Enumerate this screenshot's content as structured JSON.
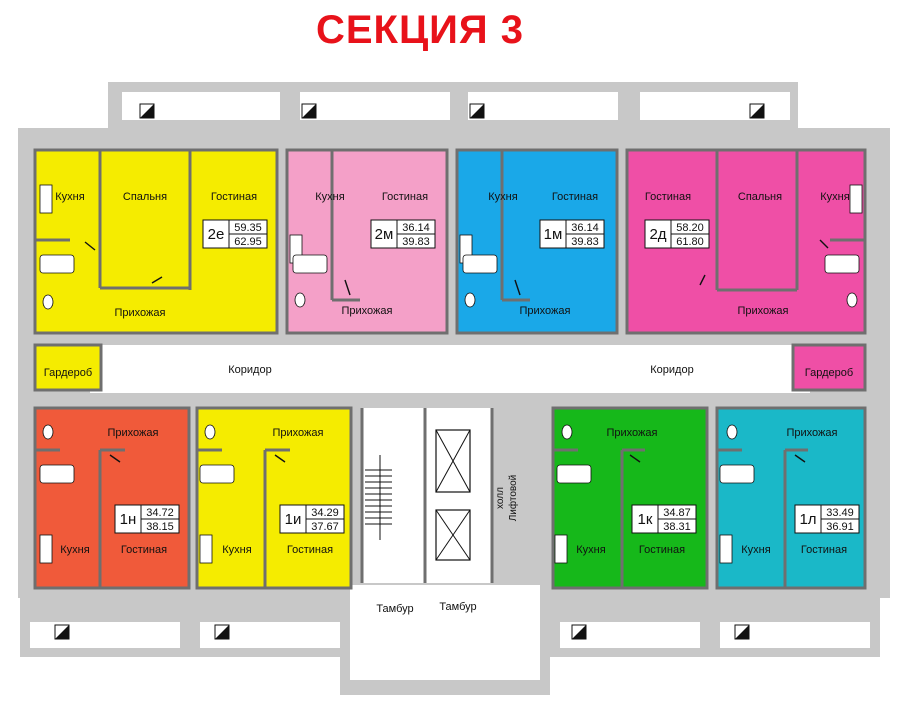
{
  "title": "СЕКЦИЯ 3",
  "colors": {
    "title": "#e8121a",
    "yellow": "#f5ec00",
    "pink": "#f4a0c8",
    "blue": "#1aa8e8",
    "magenta": "#ef4fa6",
    "orange_red": "#f05a3a",
    "green": "#16b81a",
    "cyan": "#1ab8c8",
    "wall": "#6f6f6f",
    "structure": "#c8c8c8"
  },
  "apartments": [
    {
      "code": "2е",
      "area_living": "59.35",
      "area_total": "62.95",
      "color": "yellow"
    },
    {
      "code": "2м",
      "area_living": "36.14",
      "area_total": "39.83",
      "color": "pink"
    },
    {
      "code": "1м",
      "area_living": "36.14",
      "area_total": "39.83",
      "color": "blue"
    },
    {
      "code": "2д",
      "area_living": "58.20",
      "area_total": "61.80",
      "color": "magenta"
    },
    {
      "code": "1н",
      "area_living": "34.72",
      "area_total": "38.15",
      "color": "orange_red"
    },
    {
      "code": "1и",
      "area_living": "34.29",
      "area_total": "37.67",
      "color": "yellow"
    },
    {
      "code": "1к",
      "area_living": "34.87",
      "area_total": "38.31",
      "color": "green"
    },
    {
      "code": "1л",
      "area_living": "33.49",
      "area_total": "36.91",
      "color": "cyan"
    }
  ],
  "room_labels": {
    "kitchen": "Кухня",
    "bedroom": "Спальня",
    "living": "Гостиная",
    "hall": "Прихожая",
    "wardrobe": "Гардероб",
    "corridor": "Коридор",
    "vestibule": "Тамбур",
    "lift_hall_1": "холл",
    "lift_hall_2": "Лифтовой"
  }
}
